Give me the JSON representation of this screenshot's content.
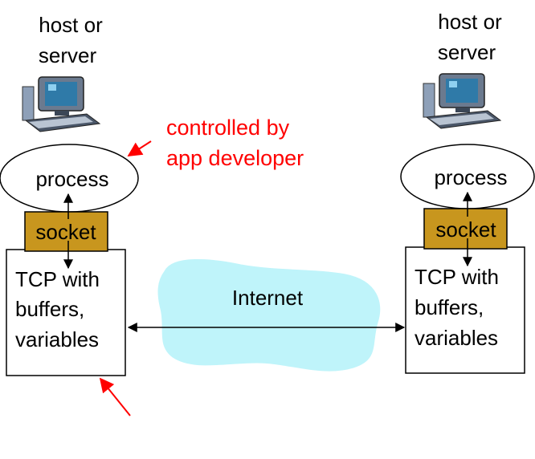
{
  "colors": {
    "accent_red": "#ff0000",
    "socket_fill": "#c8961e",
    "cloud_fill": "#bff4fa",
    "computer_body": "#6b7a8f",
    "computer_screen": "#2f7aa8"
  },
  "left_host": {
    "label_line1": "host or",
    "label_line2": "server",
    "icon": "desktop-computer-icon",
    "process_label": "process",
    "socket_label": "socket",
    "tcp_line1": "TCP with",
    "tcp_line2": "buffers,",
    "tcp_line3": "variables"
  },
  "right_host": {
    "label_line1": "host or",
    "label_line2": "server",
    "icon": "desktop-computer-icon",
    "process_label": "process",
    "socket_label": "socket",
    "tcp_line1": "TCP with",
    "tcp_line2": "buffers,",
    "tcp_line3": "variables"
  },
  "annotations": {
    "top_line1": "controlled by",
    "top_line2": "app developer"
  },
  "network": {
    "label": "Internet"
  }
}
